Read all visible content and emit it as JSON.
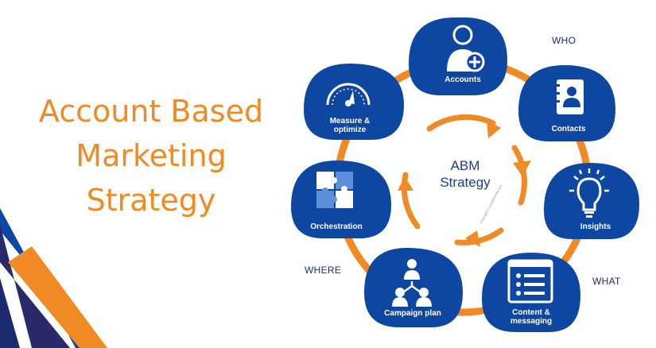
{
  "title": {
    "line1": "Account Based",
    "line2": "Marketing",
    "line3": "Strategy"
  },
  "center": {
    "line1": "ABM",
    "line2": "Strategy"
  },
  "nodes": [
    {
      "label": "Accounts",
      "icon": "person-plus-icon"
    },
    {
      "label": "Contacts",
      "icon": "address-book-icon"
    },
    {
      "label": "Insights",
      "icon": "lightbulb-icon"
    },
    {
      "label": "Content &",
      "label2": "messaging",
      "icon": "content-list-icon"
    },
    {
      "label": "Campaign plan",
      "icon": "team-network-icon"
    },
    {
      "label": "Orchestration",
      "icon": "puzzle-icon"
    },
    {
      "label": "Measure &",
      "label2": "optimize",
      "icon": "gauge-icon"
    }
  ],
  "side_labels": {
    "who": "WHO",
    "what": "WHAT",
    "where": "WHERE"
  },
  "credit": "Copyright © GrowthScribe.com",
  "colors": {
    "orange": "#f08a24",
    "blue": "#0d47a1",
    "navy": "#1c2b6e"
  }
}
